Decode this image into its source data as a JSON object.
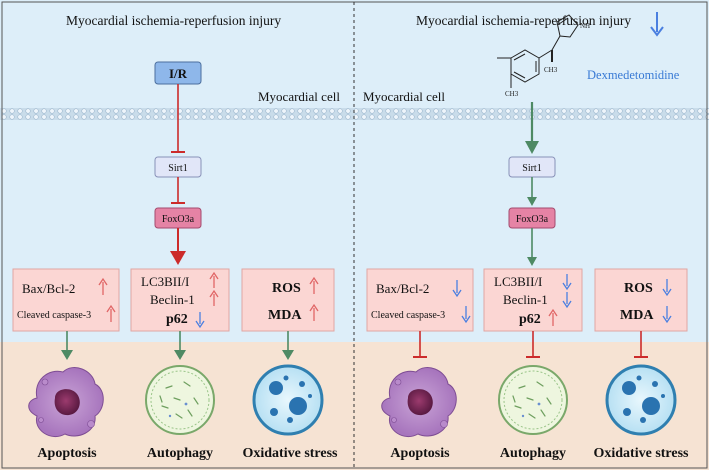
{
  "left": {
    "header": "Myocardial ischemia-reperfusion injury",
    "cell_label": "Myocardial cell",
    "nodes": {
      "ir": "I/R",
      "sirt1": "Sirt1",
      "foxo3a": "FoxO3a"
    },
    "boxes": [
      {
        "lines": [
          "Bax/Bcl-2",
          "Cleaved caspase-3"
        ],
        "arrows": [
          "up",
          "up"
        ]
      },
      {
        "lines": [
          "LC3BII/I",
          "Beclin-1",
          "p62"
        ],
        "arrows": [
          "up",
          "up",
          "down"
        ]
      },
      {
        "lines": [
          "ROS",
          "MDA"
        ],
        "arrows": [
          "up",
          "up"
        ]
      }
    ],
    "outcomes": [
      "Apoptosis",
      "Autophagy",
      "Oxidative stress"
    ]
  },
  "right": {
    "header": "Myocardial ischemia-reperfusion injury",
    "header_arrow": "down",
    "cell_label": "Myocardial cell",
    "drug": "Dexmedetomidine",
    "chem_labels": {
      "nh": "NH",
      "ch3_a": "CH3",
      "ch3_b": "CH3"
    },
    "nodes": {
      "sirt1": "Sirt1",
      "foxo3a": "FoxO3a"
    },
    "boxes": [
      {
        "lines": [
          "Bax/Bcl-2",
          "Cleaved caspase-3"
        ],
        "arrows": [
          "down",
          "down"
        ]
      },
      {
        "lines": [
          "LC3BII/I",
          "Beclin-1",
          "p62"
        ],
        "arrows": [
          "down",
          "down",
          "up"
        ]
      },
      {
        "lines": [
          "ROS",
          "MDA"
        ],
        "arrows": [
          "down",
          "down"
        ]
      }
    ],
    "outcomes": [
      "Apoptosis",
      "Autophagy",
      "Oxidative stress"
    ]
  },
  "colors": {
    "cell_bg": "#ddeef9",
    "bottom_bg": "#f6e3d3",
    "box_fill": "#fbd6d3",
    "box_stroke": "#e0a6a3",
    "node_ir": "#8eb7ea",
    "node_sirt1": "#e1e6f8",
    "node_foxo3a": "#e583a5",
    "red": "#cc2b2b",
    "green": "#4e8a64",
    "up_arrow": "#e06666",
    "down_arrow": "#4a7fe0"
  }
}
